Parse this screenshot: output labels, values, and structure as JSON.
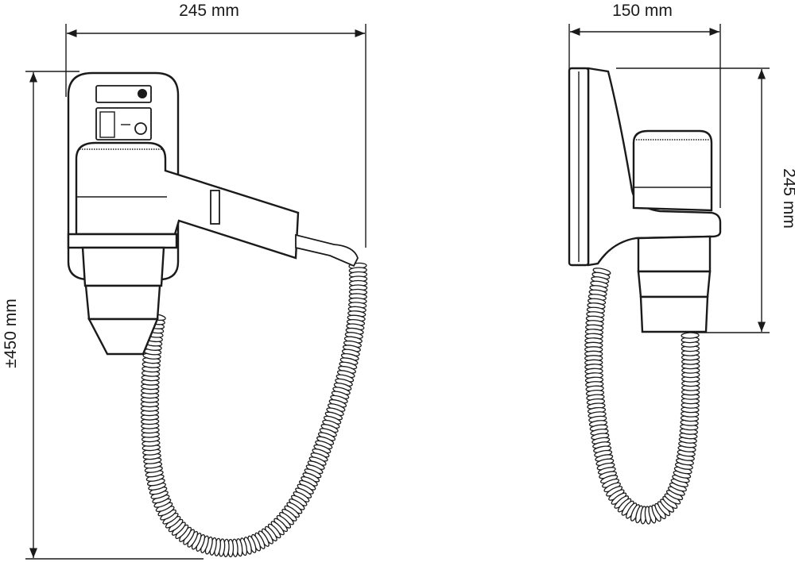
{
  "dimensions": {
    "front_width": "245 mm",
    "side_depth": "150 mm",
    "side_height": "245 mm",
    "total_height": "±450 mm"
  },
  "colors": {
    "line": "#1a1a1a",
    "background": "#ffffff"
  }
}
